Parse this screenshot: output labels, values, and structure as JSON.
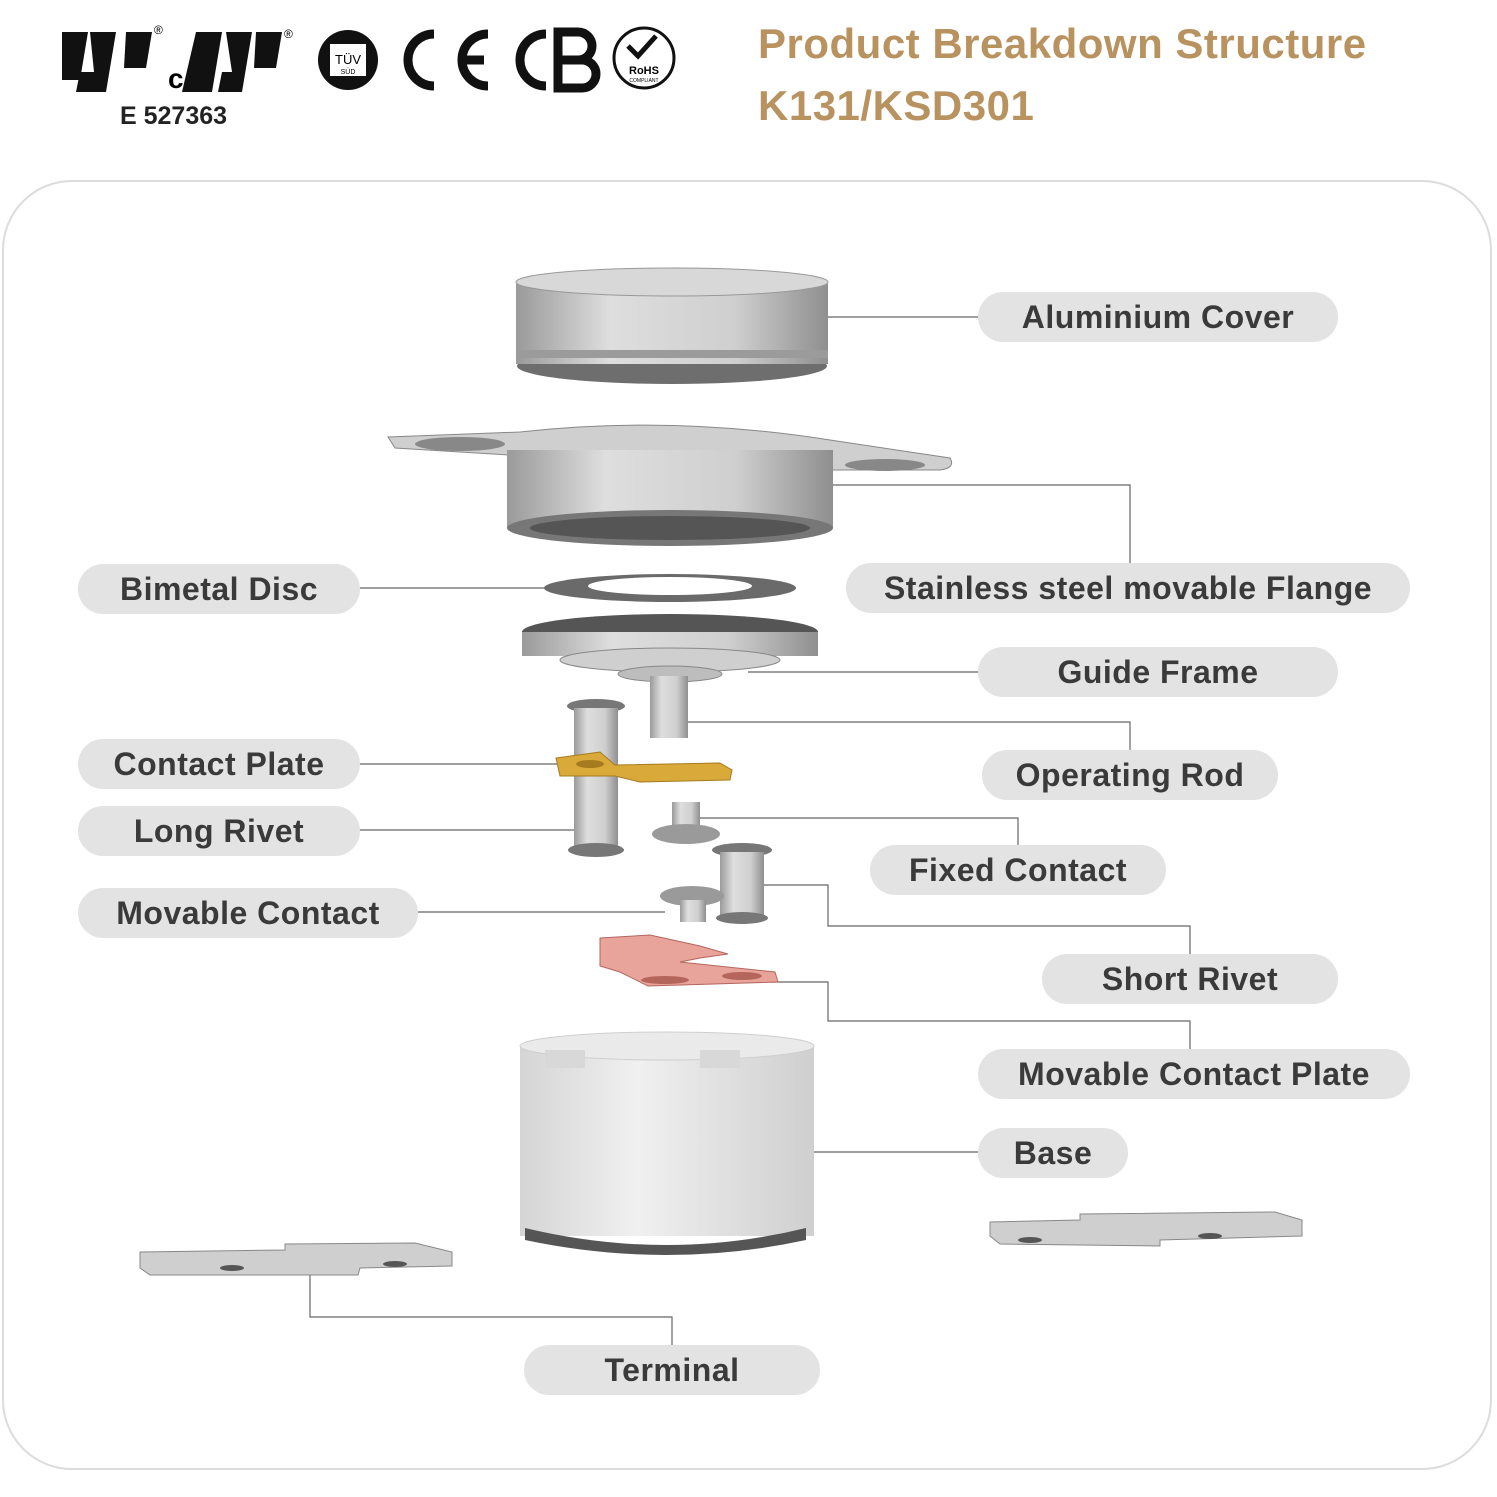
{
  "header": {
    "title_line1": "Product Breakdown Structure",
    "title_line2": "K131/KSD301",
    "cert_code": "E 527363",
    "cert_logos": [
      {
        "icon": "ul-recognized-icon",
        "text": "c"
      },
      {
        "icon": "tuv-sud-icon",
        "text": "TÜV SÜD"
      },
      {
        "icon": "ce-mark-icon",
        "text": "CE"
      },
      {
        "icon": "cb-mark-icon",
        "text": "CB"
      },
      {
        "icon": "rohs-compliant-icon",
        "text": "RoHS COMPLIANT"
      }
    ]
  },
  "labels": {
    "aluminium_cover": "Aluminium Cover",
    "stainless_flange": "Stainless steel movable Flange",
    "bimetal_disc": "Bimetal Disc",
    "guide_frame": "Guide Frame",
    "contact_plate": "Contact Plate",
    "operating_rod": "Operating Rod",
    "long_rivet": "Long Rivet",
    "fixed_contact": "Fixed Contact",
    "movable_contact": "Movable Contact",
    "short_rivet": "Short Rivet",
    "movable_contact_plate": "Movable Contact Plate",
    "base": "Base",
    "terminal": "Terminal"
  },
  "colors": {
    "title": "#b8925f",
    "pill_bg": "#e3e3e3",
    "metal": "#c9c9c9",
    "brass": "#d9a93a",
    "copper": "#e8a39a"
  }
}
